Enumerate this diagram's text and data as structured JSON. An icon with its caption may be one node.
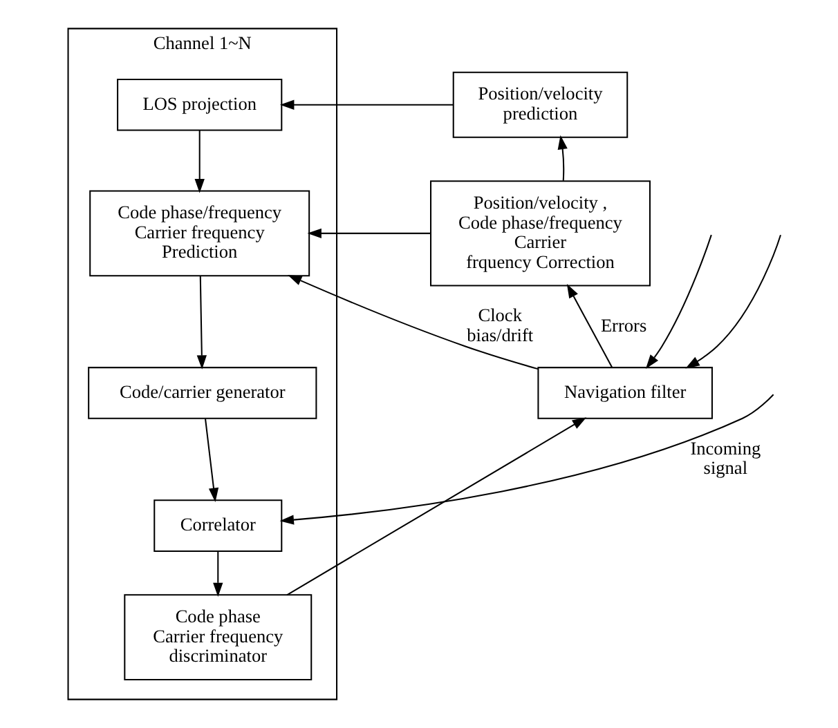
{
  "diagram": {
    "nodes": [
      {
        "text": [
          "Channel 1~N"
        ]
      },
      {
        "text": [
          "LOS projection"
        ],
        "in": 0
      },
      {
        "text": [
          "Code phase/frequency Carrier frequency Prediction"
        ],
        "in": 0
      },
      {
        "text": [
          "Code/carrier generator"
        ],
        "in": 0
      },
      {
        "text": [
          "Correlator"
        ],
        "in": 0
      },
      {
        "text": [
          "Code phase Carrier frequency discriminator"
        ],
        "in": 0
      },
      {
        "text": [
          "Position/velocity prediction"
        ]
      },
      {
        "text": [
          "Position/velocity , Code phase/frequency Carrier frquency Correction"
        ]
      },
      {
        "text": [
          "Navigation filter"
        ]
      }
    ],
    "edges": [
      {
        "from": 6,
        "to": 1,
        "arrow": "to"
      },
      {
        "from": 1,
        "to": 2,
        "arrow": "to"
      },
      {
        "from": 7,
        "to": 2,
        "arrow": "to"
      },
      {
        "from": 8,
        "to": 2,
        "arrow": "to",
        "label": "Clock bias/drift"
      },
      {
        "from": 2,
        "to": 3,
        "arrow": "to"
      },
      {
        "from": 3,
        "to": 4,
        "arrow": "to"
      },
      {
        "from": null,
        "to": 4,
        "arrow": "to",
        "label": "Incoming signal"
      },
      {
        "from": 4,
        "to": 5,
        "arrow": "to"
      },
      {
        "from": 5,
        "to": 8,
        "arrow": "to"
      },
      {
        "from": null,
        "to": 8,
        "arrow": "to"
      },
      {
        "from": null,
        "to": 8,
        "arrow": "to"
      },
      {
        "from": 8,
        "to": 7,
        "arrow": "to",
        "label": "Errors"
      },
      {
        "from": 7,
        "to": 6,
        "arrow": "to"
      }
    ]
  }
}
